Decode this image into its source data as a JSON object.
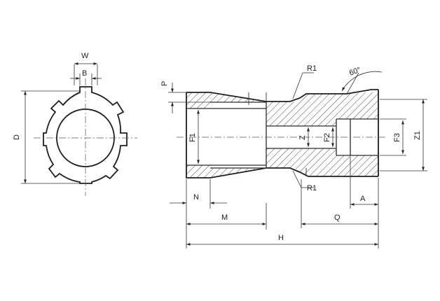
{
  "labels": {
    "W": "W",
    "B": "B",
    "D": "D",
    "P": "P",
    "R1_top": "R1",
    "angle": "60°",
    "F1": "F1",
    "Z": "Z",
    "F2": "F2",
    "F3": "F3",
    "Z1": "Z1",
    "R1_bottom": "R1",
    "N": "N",
    "A": "A",
    "M": "M",
    "Q": "Q",
    "H": "H"
  },
  "colors": {
    "line": "#2a2a2a",
    "background": "#ffffff"
  }
}
